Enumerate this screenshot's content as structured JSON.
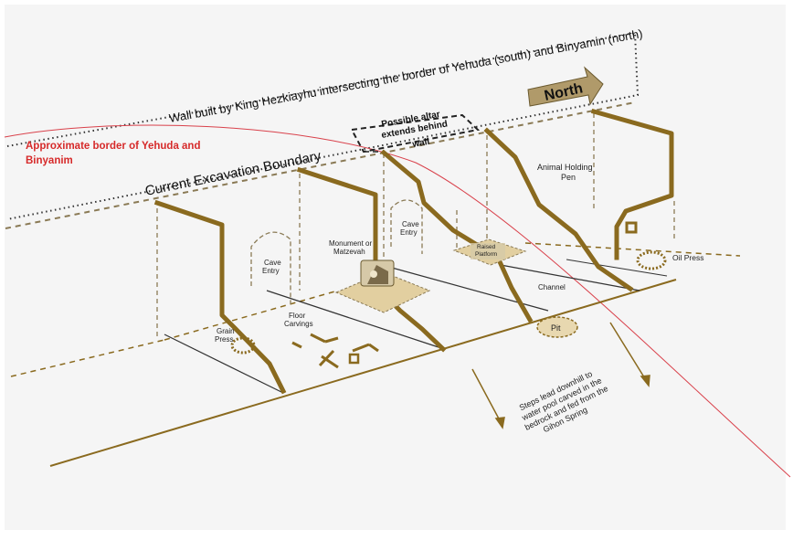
{
  "diagram": {
    "wall_label": "Wall built by King Hezkiayhu intersecting the border of Yehuda (south) and Binyamin (north)",
    "north_label": "North",
    "border_label_line1": "Approximate border of Yehuda and",
    "border_label_line2": "Binyanim",
    "excavation_label": "Current Excavation Boundary",
    "altar_line1": "Possible altar",
    "altar_line2": "extends behind",
    "altar_line3": "wall",
    "animal_pen_line1": "Animal Holding",
    "animal_pen_line2": "Pen",
    "cave_entry_1_line1": "Cave",
    "cave_entry_1_line2": "Entry",
    "cave_entry_2_line1": "Cave",
    "cave_entry_2_line2": "Entry",
    "monument_line1": "Monument or",
    "monument_line2": "Matzevah",
    "raised_platform_line1": "Raised",
    "raised_platform_line2": "Platform",
    "channel_label": "Channel",
    "oil_press_label": "Oil Press",
    "pit_label": "Pit",
    "grain_press_line1": "Grain",
    "grain_press_line2": "Press",
    "floor_carvings_line1": "Floor",
    "floor_carvings_line2": "Carvings",
    "steps_line1": "Steps lead downhill to",
    "steps_line2": "water pool carved in the",
    "steps_line3": "bedrock and fed from the",
    "steps_line4": "Gihon Spring"
  },
  "colors": {
    "wall": "#8a6a1f",
    "border_line": "#d9414b",
    "border_text": "#d62a2a",
    "dash": "#8a7a55",
    "arrow_fill": "#b09a6a",
    "pit_fill": "#e8d8b0"
  }
}
